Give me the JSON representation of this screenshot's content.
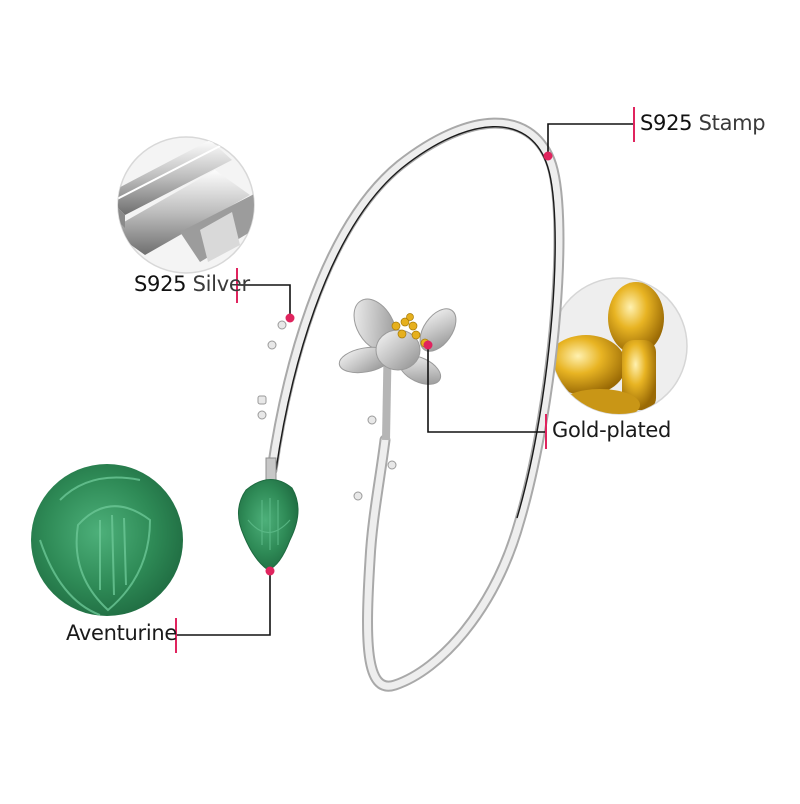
{
  "product": {
    "name": "Lotus flower open cuff bangle",
    "accent_color": "#e0245e",
    "line_color": "#111111",
    "silver_color": "#c9c9c9",
    "gold_color": "#e7b21c",
    "stone_color": "#2f8f5b"
  },
  "callouts": [
    {
      "id": "stamp",
      "code": "S925",
      "text": "Stamp",
      "full": "S925 Stamp"
    },
    {
      "id": "silver",
      "code": "S925",
      "text": "Silver",
      "full": "S925 Silver"
    },
    {
      "id": "gold",
      "code": "",
      "text": "Gold-plated",
      "full": "Gold-plated"
    },
    {
      "id": "stone",
      "code": "",
      "text": "Aventurine",
      "full": "Aventurine"
    }
  ],
  "thumbnails": [
    {
      "id": "silver-bars",
      "depicts": "silver ingots"
    },
    {
      "id": "gold-detail",
      "depicts": "gold-plated stamen close-up"
    },
    {
      "id": "aventurine-detail",
      "depicts": "carved green aventurine bud"
    }
  ]
}
